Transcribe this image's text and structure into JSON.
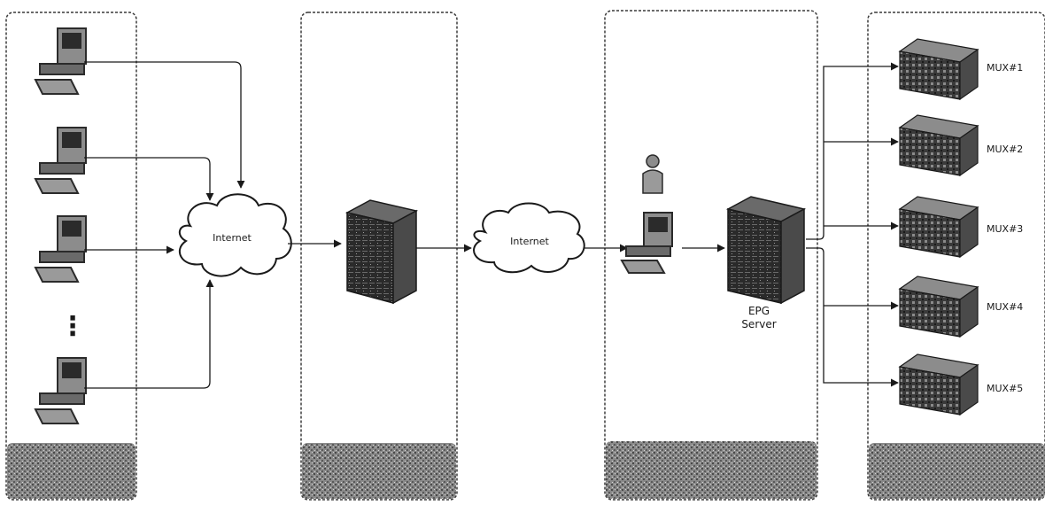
{
  "diagram": {
    "clouds": [
      {
        "id": "cloud-left",
        "label": "Internet"
      },
      {
        "id": "cloud-middle",
        "label": "Internet"
      }
    ],
    "epg_server": {
      "label_line1": "EPG",
      "label_line2": "Server"
    },
    "ellipsis": "⋮",
    "muxes": [
      {
        "label": "MUX#1"
      },
      {
        "label": "MUX#2"
      },
      {
        "label": "MUX#3"
      },
      {
        "label": "MUX#4"
      },
      {
        "label": "MUX#5"
      }
    ],
    "colors": {
      "line": "#1a1a1a",
      "panel_border": "#3a3a3a",
      "footer_fill": "#7a7a7a",
      "device_dark": "#2b2b2b",
      "device_mid": "#8c8c8c"
    }
  }
}
